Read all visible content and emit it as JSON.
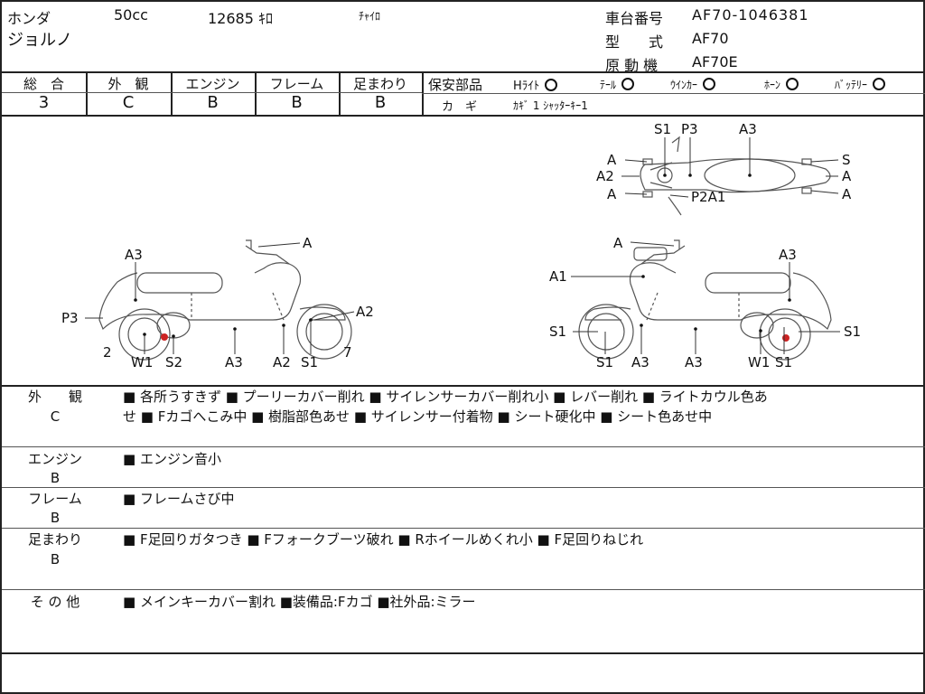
{
  "header": {
    "maker": "ホンダ",
    "displacement": "50cc",
    "mileage": "12685 ｷﾛ",
    "color": "ﾁｬｲﾛ",
    "model_name": "ジョルノ",
    "frame_no_label": "車台番号",
    "frame_no": "AF70-1046381",
    "type_label": "型　　式",
    "type_value": "AF70",
    "engine_label": "原 動 機",
    "engine_value": "AF70E"
  },
  "grades": {
    "overall_label": "総　合",
    "overall": "3",
    "exterior_label": "外　観",
    "exterior": "C",
    "engine_label": "エンジン",
    "engine": "B",
    "frame_label": "フレーム",
    "frame": "B",
    "suspension_label": "足まわり",
    "suspension": "B"
  },
  "safety": {
    "label": "保安部品",
    "items": [
      {
        "label": "Hﾗｲﾄ",
        "status": "circle"
      },
      {
        "label": "ﾃｰﾙ",
        "status": "circle"
      },
      {
        "label": "ｳｲﾝｶｰ",
        "status": "circle"
      },
      {
        "label": "ﾎｰﾝ",
        "status": "circle"
      },
      {
        "label": "ﾊﾞｯﾃﾘｰ",
        "status": "circle"
      }
    ],
    "key_label": "カ　ギ",
    "key_value": "ｶｷﾞ 1 ｼｬｯﾀｰｷｰ1"
  },
  "diagram_labels": {
    "top": [
      "S1",
      "P3",
      "A3",
      "A",
      "A2",
      "A",
      "S",
      "A",
      "A",
      "P2A1"
    ],
    "left": [
      "A",
      "A3",
      "P3",
      "A2",
      "2",
      "W1",
      "S2",
      "A3",
      "A2",
      "S1",
      "7"
    ],
    "right": [
      "A",
      "A1",
      "A3",
      "S1",
      "S1",
      "A3",
      "A3",
      "W1",
      "S1",
      "S1"
    ]
  },
  "sections": [
    {
      "title": "外　　観",
      "grade": "C",
      "lines": [
        "■ 各所うすきず ■ プーリーカバー削れ ■ サイレンサーカバー削れ小 ■ レバー削れ ■ ライトカウル色あ",
        "せ ■ Fカゴへこみ中 ■ 樹脂部色あせ ■ サイレンサー付着物 ■ シート硬化中 ■ シート色あせ中"
      ]
    },
    {
      "title": "エンジン",
      "grade": "B",
      "lines": [
        "■ エンジン音小"
      ]
    },
    {
      "title": "フレーム",
      "grade": "B",
      "lines": [
        "■ フレームさび中"
      ]
    },
    {
      "title": "足まわり",
      "grade": "B",
      "lines": [
        "■ F足回りガタつき ■ Fフォークブーツ破れ ■ Rホイールめくれ小 ■ F足回りねじれ"
      ]
    },
    {
      "title": "そ の 他",
      "grade": "",
      "lines": [
        "■ メインキーカバー割れ ■装備品:Fカゴ ■社外品:ミラー"
      ]
    }
  ],
  "colors": {
    "line": "#222222",
    "damage_mark": "#cc2222"
  }
}
